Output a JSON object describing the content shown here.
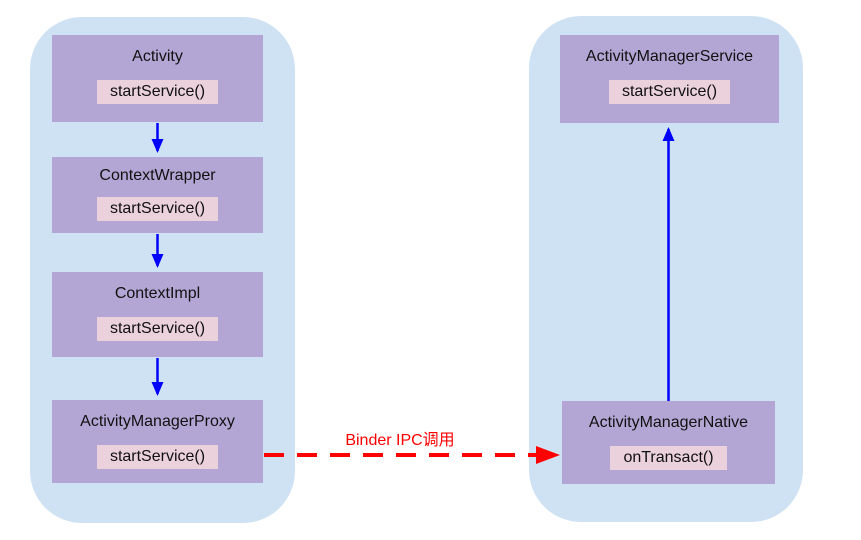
{
  "diagram": {
    "left_panel": {
      "boxes": [
        {
          "title": "Activity",
          "method": "startService()"
        },
        {
          "title": "ContextWrapper",
          "method": "startService()"
        },
        {
          "title": "ContextImpl",
          "method": "startService()"
        },
        {
          "title": "ActivityManagerProxy",
          "method": "startService()"
        }
      ]
    },
    "right_panel": {
      "boxes": [
        {
          "title": "ActivityManagerService",
          "method": "startService()"
        },
        {
          "title": "ActivityManagerNative",
          "method": "onTransact()"
        }
      ]
    },
    "ipc_label": "Binder IPC调用",
    "colors": {
      "panel": "#cfe2f3",
      "box": "#b3a6d5",
      "method_bg": "#ead1dc",
      "flow_arrow": "#0000ff",
      "ipc_arrow": "#ff0000"
    }
  }
}
